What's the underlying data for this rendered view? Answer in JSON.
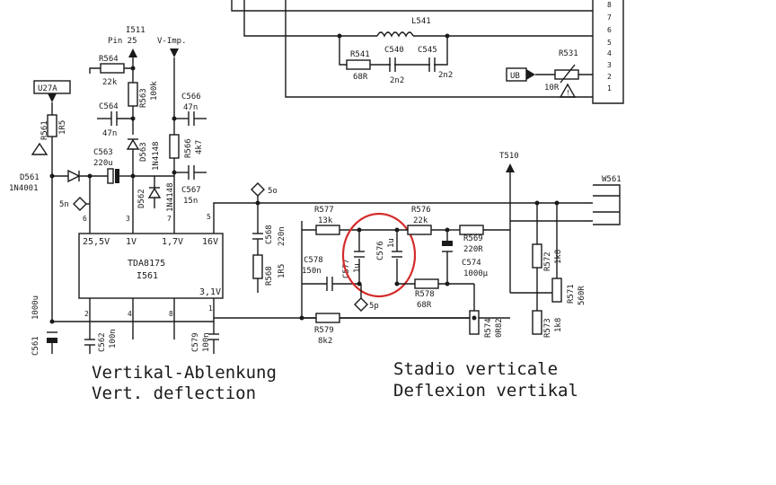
{
  "chip": {
    "name": "TDA8175",
    "ref": "I561",
    "pins_top": [
      "25,5V",
      "1V",
      "1,7V",
      "16V"
    ],
    "pins_side": "3,1V",
    "pin_numbers": {
      "p6": "6",
      "p3": "3",
      "p7": "7",
      "p5": "5",
      "p2": "2",
      "p4": "4",
      "p8": "8",
      "p1": "1"
    }
  },
  "nodes": {
    "i511": "I511",
    "pin25": "Pin 25",
    "vimp": "V-Imp.",
    "u27a": "U27A",
    "t510": "T510",
    "w561": "W561",
    "ub": "UB",
    "n5o": "5o",
    "n5n": "5n",
    "n5p": "5p"
  },
  "components": {
    "r564": {
      "ref": "R564",
      "val": "22k"
    },
    "r563": {
      "ref": "R563",
      "val": "100k"
    },
    "c564": {
      "ref": "C564",
      "val": "47n"
    },
    "d563": {
      "ref": "D563",
      "val": "1N4148"
    },
    "c566": {
      "ref": "C566",
      "val": "47n"
    },
    "r566": {
      "ref": "R566",
      "val": "4k7"
    },
    "c563": {
      "ref": "C563",
      "val": "220u"
    },
    "d562": {
      "ref": "D562",
      "val": "1N4148"
    },
    "c567": {
      "ref": "C567",
      "val": "15n"
    },
    "r561": {
      "ref": "R561",
      "val": "1R5"
    },
    "d561": {
      "ref": "D561",
      "val": "1N4001"
    },
    "c561": {
      "ref": "C561",
      "val": "1000u"
    },
    "c562": {
      "ref": "C562",
      "val": "100n"
    },
    "c579": {
      "ref": "C579",
      "val": "100n"
    },
    "c568": {
      "ref": "C568",
      "val": "220n"
    },
    "r568": {
      "ref": "R568",
      "val": "1R5"
    },
    "r577": {
      "ref": "R577",
      "val": "13k"
    },
    "c578": {
      "ref": "C578",
      "val": "150n"
    },
    "c577": {
      "ref": "C577",
      "val": "1u"
    },
    "c576": {
      "ref": "C576",
      "val": "1u"
    },
    "r576": {
      "ref": "R576",
      "val": "22k"
    },
    "r578": {
      "ref": "R578",
      "val": "68R"
    },
    "r579": {
      "ref": "R579",
      "val": "8k2"
    },
    "r569": {
      "ref": "R569",
      "val": "220R"
    },
    "c574": {
      "ref": "C574",
      "val": "1000µ"
    },
    "r574": {
      "ref": "R574",
      "val": "0R82"
    },
    "r572": {
      "ref": "R572",
      "val": "1k8"
    },
    "r573": {
      "ref": "R573",
      "val": "1k8"
    },
    "r571": {
      "ref": "R571",
      "val": "560R"
    },
    "l541": {
      "ref": "L541"
    },
    "r541": {
      "ref": "R541",
      "val": "68R"
    },
    "c540": {
      "ref": "C540",
      "val": "2n2"
    },
    "c545": {
      "ref": "C545",
      "val": "2n2"
    },
    "r531": {
      "ref": "R531",
      "val": "10R"
    }
  },
  "connector_pins": [
    "8",
    "7",
    "6",
    "5",
    "4",
    "3",
    "2",
    "1"
  ],
  "captions": {
    "de_line1": "Vertikal-Ablenkung",
    "de_line2": "Vert. deflection",
    "it_line1": "Stadio verticale",
    "it_line2": "Deflexion vertikal"
  },
  "highlight_color": "#d42a2a",
  "ink_color": "#1a1a1a"
}
